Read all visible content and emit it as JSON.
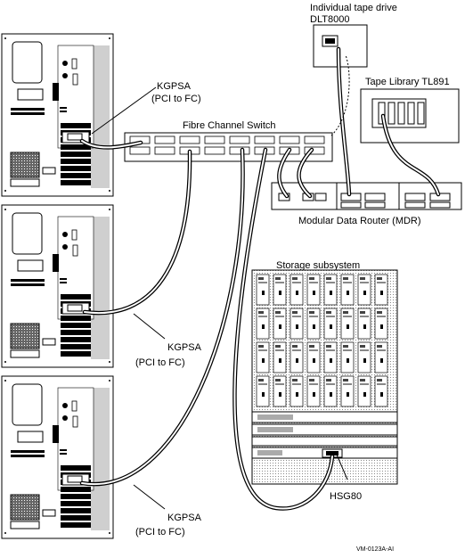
{
  "labels": {
    "tape_drive_line1": "Individual tape drive",
    "tape_drive_line2": "DLT8000",
    "tape_library": "Tape Library TL891",
    "fc_switch": "Fibre Channel Switch",
    "mdr": "Modular Data Router (MDR)",
    "storage": "Storage subsystem",
    "hsg": "HSG80",
    "figure_id": "VM-0123A-AI"
  },
  "kgpsa": [
    {
      "line1": "KGPSA",
      "line2": "(PCI to FC)"
    },
    {
      "line1": "KGPSA",
      "line2": "(PCI to FC)"
    },
    {
      "line1": "KGPSA",
      "line2": "(PCI to FC)"
    }
  ]
}
